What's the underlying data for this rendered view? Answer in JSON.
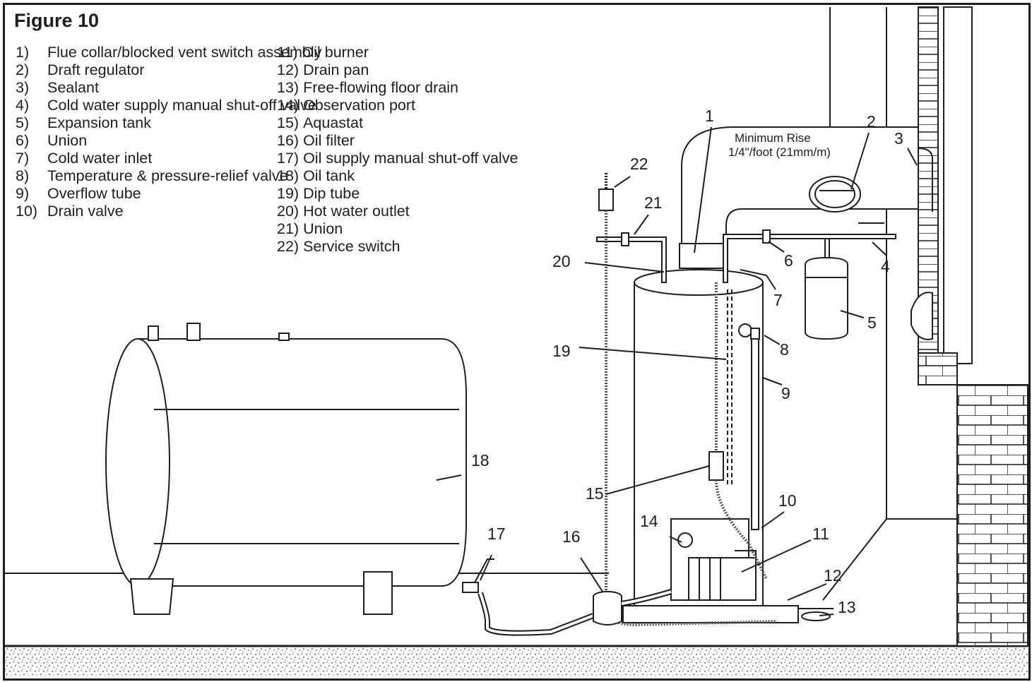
{
  "figure": {
    "title": "Figure 10"
  },
  "legend_left": [
    {
      "num": "1)",
      "text": "Flue collar/blocked vent switch assembly"
    },
    {
      "num": "2)",
      "text": "Draft regulator"
    },
    {
      "num": "3)",
      "text": "Sealant"
    },
    {
      "num": "4)",
      "text": "Cold water supply manual shut-off valve"
    },
    {
      "num": "5)",
      "text": "Expansion tank"
    },
    {
      "num": "6)",
      "text": "Union"
    },
    {
      "num": "7)",
      "text": "Cold water inlet"
    },
    {
      "num": "8)",
      "text": "Temperature & pressure-relief valve"
    },
    {
      "num": "9)",
      "text": "Overflow tube"
    },
    {
      "num": "10)",
      "text": "Drain valve"
    }
  ],
  "legend_right": [
    {
      "num": "11)",
      "text": "Oil burner"
    },
    {
      "num": "12)",
      "text": "Drain pan"
    },
    {
      "num": "13)",
      "text": "Free-flowing floor drain"
    },
    {
      "num": "14)",
      "text": "Observation port"
    },
    {
      "num": "15)",
      "text": "Aquastat"
    },
    {
      "num": "16)",
      "text": "Oil filter"
    },
    {
      "num": "17)",
      "text": "Oil supply manual shut-off valve"
    },
    {
      "num": "18)",
      "text": "Oil tank"
    },
    {
      "num": "19)",
      "text": "Dip tube"
    },
    {
      "num": "20)",
      "text": "Hot water outlet"
    },
    {
      "num": "21)",
      "text": "Union"
    },
    {
      "num": "22)",
      "text": "Service switch"
    }
  ],
  "annotation": {
    "line1": "Minimum Rise",
    "line2": "1/4\"/foot (21mm/m)"
  },
  "callouts": {
    "c1": "1",
    "c2": "2",
    "c3": "3",
    "c4": "4",
    "c5": "5",
    "c6": "6",
    "c7": "7",
    "c8": "8",
    "c9": "9",
    "c10": "10",
    "c11": "11",
    "c12": "12",
    "c13": "13",
    "c14": "14",
    "c15": "15",
    "c16": "16",
    "c17": "17",
    "c18": "18",
    "c19": "19",
    "c20": "20",
    "c21": "21",
    "c22": "22"
  }
}
